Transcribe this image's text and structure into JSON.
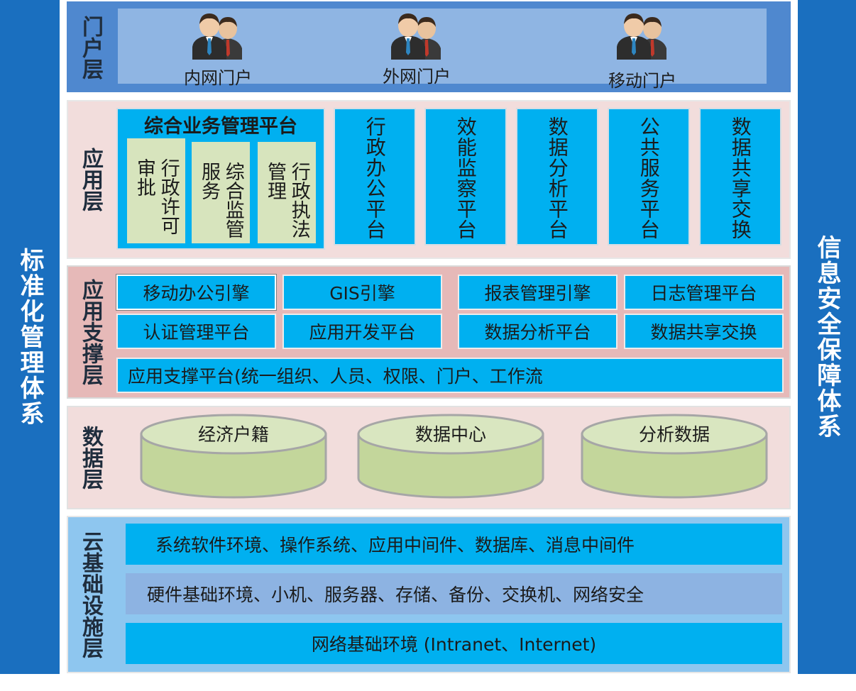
{
  "colors": {
    "side_bar": "#1a6fbf",
    "portal_band": "#4f88cf",
    "portal_inner": "#8fb5e3",
    "application_band": "#f2dddc",
    "support_band": "#e6b9b8",
    "platform_box": "#00b0f0",
    "sub_box": "#d7e4bd",
    "cylinder": "#c3d69b",
    "infra_band": "#8ec6ef",
    "infra_row_alt": "#8db3e2"
  },
  "left_system": "标准化管理体系",
  "right_system": "信息安全保障体系",
  "portal_layer": {
    "label": "门户层",
    "portals": [
      {
        "label": "内网门户",
        "icon": "users-icon"
      },
      {
        "label": "外网门户",
        "icon": "users-icon"
      },
      {
        "label": "移动门户",
        "icon": "users-icon"
      }
    ]
  },
  "application_layer": {
    "label": "应用层",
    "integrated_platform": {
      "title": "综合业务管理平台",
      "sub_boxes": [
        "行政许可审批",
        "综合监管服务",
        "行政执法管理"
      ]
    },
    "platforms": [
      "行政办公平台",
      "效能监察平台",
      "数据分析平台",
      "公共服务平台",
      "数据共享交换"
    ]
  },
  "support_layer": {
    "label": "应用支撑层",
    "rows": [
      [
        "移动办公引擎",
        "GIS引擎",
        "报表管理引擎",
        "日志管理平台"
      ],
      [
        "认证管理平台",
        "应用开发平台",
        "数据分析平台",
        "数据共享交换"
      ]
    ],
    "bottom": "应用支撑平台(统一组织、人员、权限、门户、工作流"
  },
  "data_layer": {
    "label": "数据层",
    "databases": [
      "经济户籍",
      "数据中心",
      "分析数据"
    ]
  },
  "infra_layer": {
    "label": "云基础设施层",
    "rows": [
      "系统软件环境、操作系统、应用中间件、数据库、消息中间件",
      "硬件基础环境、小机、服务器、存储、备份、交换机、网络安全",
      "网络基础环境 (Intranet、Internet)"
    ]
  }
}
